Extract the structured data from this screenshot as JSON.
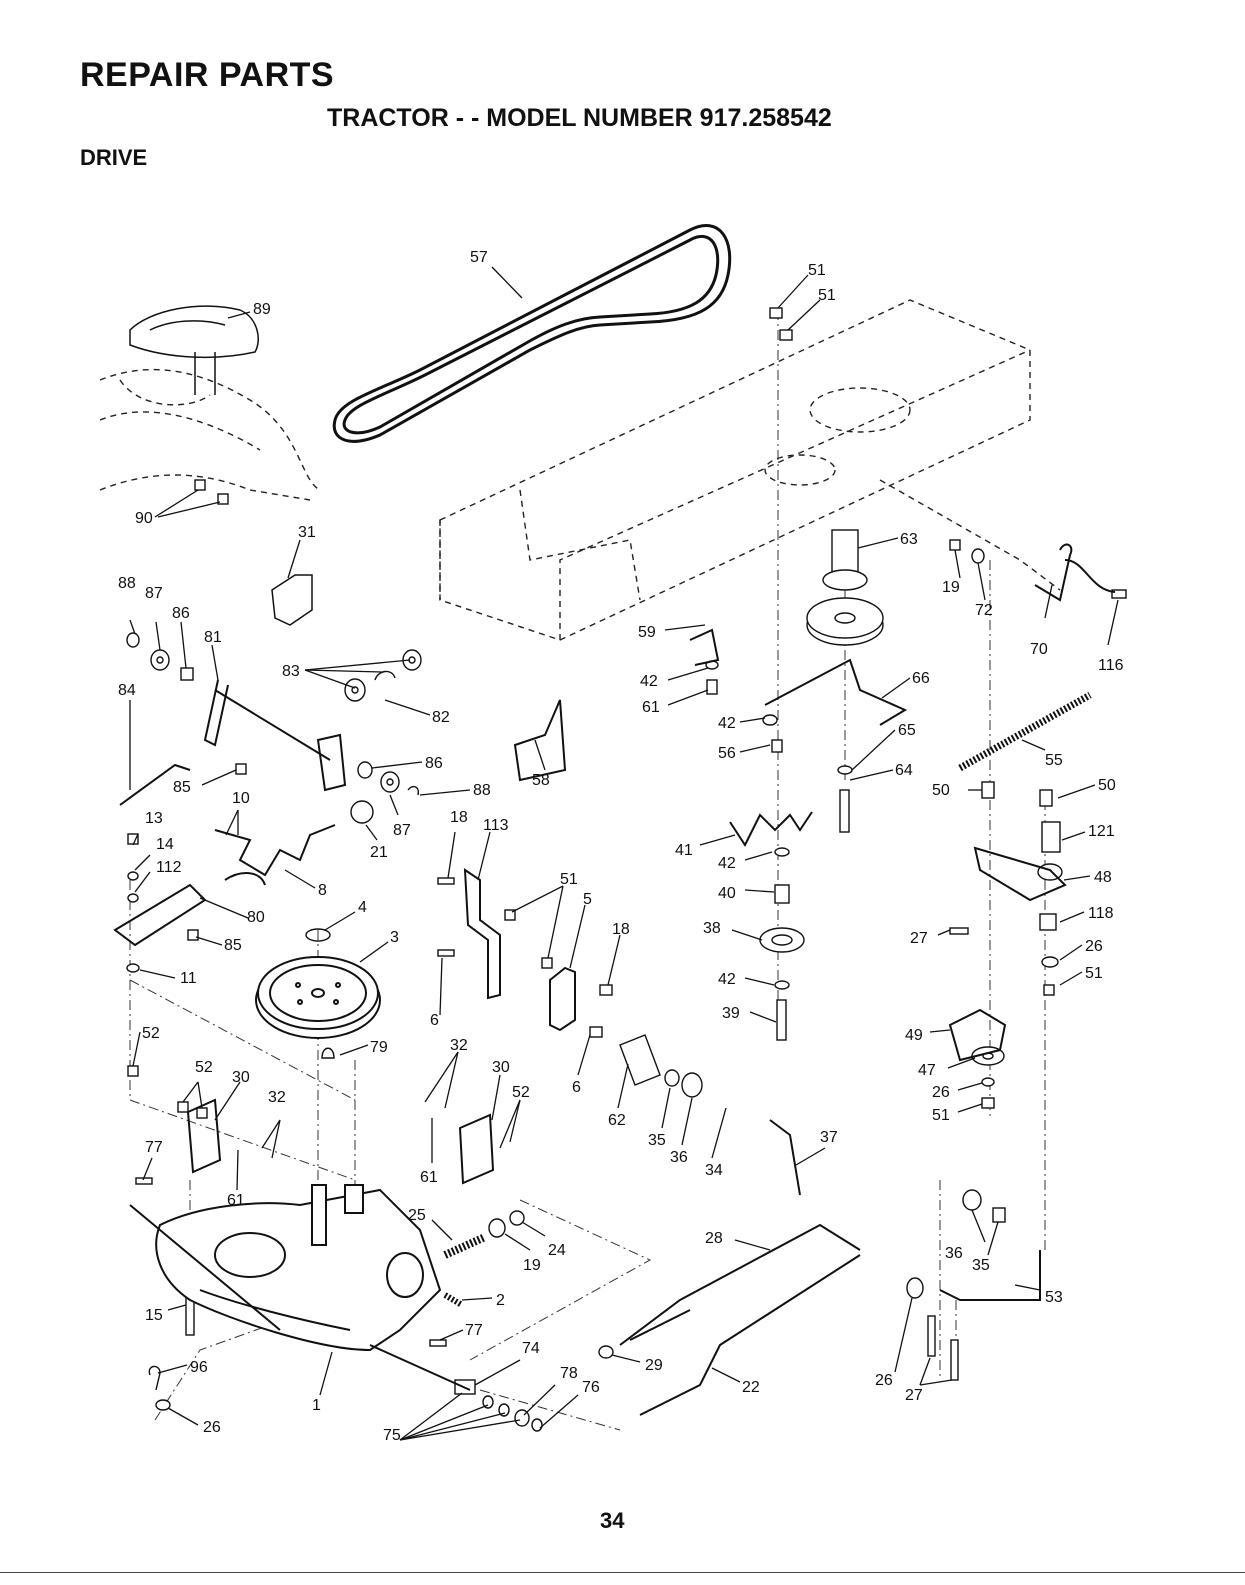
{
  "page": {
    "title": "REPAIR PARTS",
    "subtitle": "TRACTOR - - MODEL NUMBER 917.258542",
    "section": "DRIVE",
    "page_number": "34"
  },
  "callouts": {
    "c1": "1",
    "c2": "2",
    "c3": "3",
    "c4": "4",
    "c5": "5",
    "c6a": "6",
    "c6b": "6",
    "c8": "8",
    "c10": "10",
    "c11": "11",
    "c13": "13",
    "c14": "14",
    "c15": "15",
    "c18a": "18",
    "c18b": "18",
    "c19a": "19",
    "c19b": "19",
    "c21": "21",
    "c22": "22",
    "c24": "24",
    "c25": "25",
    "c26a": "26",
    "c26b": "26",
    "c26c": "26",
    "c26d": "26",
    "c27a": "27",
    "c27b": "27",
    "c28": "28",
    "c29": "29",
    "c30a": "30",
    "c30b": "30",
    "c31": "31",
    "c32a": "32",
    "c32b": "32",
    "c34": "34",
    "c35a": "35",
    "c35b": "35",
    "c36a": "36",
    "c36b": "36",
    "c37": "37",
    "c38": "38",
    "c39": "39",
    "c40": "40",
    "c41": "41",
    "c42a": "42",
    "c42b": "42",
    "c42c": "42",
    "c42d": "42",
    "c47": "47",
    "c48": "48",
    "c49": "49",
    "c50a": "50",
    "c50b": "50",
    "c51a": "51",
    "c51b": "51",
    "c51c": "51",
    "c51d": "51",
    "c51e": "51",
    "c52a": "52",
    "c52b": "52",
    "c52c": "52",
    "c53": "53",
    "c55": "55",
    "c56": "56",
    "c57": "57",
    "c58": "58",
    "c59": "59",
    "c61a": "61",
    "c61b": "61",
    "c61c": "61",
    "c62": "62",
    "c63": "63",
    "c64": "64",
    "c65": "65",
    "c66": "66",
    "c70": "70",
    "c72": "72",
    "c74": "74",
    "c75": "75",
    "c76": "76",
    "c77a": "77",
    "c77b": "77",
    "c78": "78",
    "c79": "79",
    "c80": "80",
    "c81": "81",
    "c82": "82",
    "c83": "83",
    "c84": "84",
    "c85a": "85",
    "c85b": "85",
    "c86a": "86",
    "c86b": "86",
    "c87a": "87",
    "c87b": "87",
    "c88a": "88",
    "c88b": "88",
    "c89": "89",
    "c90": "90",
    "c96": "96",
    "c112": "112",
    "c113": "113",
    "c116": "116",
    "c118": "118",
    "c121": "121"
  }
}
